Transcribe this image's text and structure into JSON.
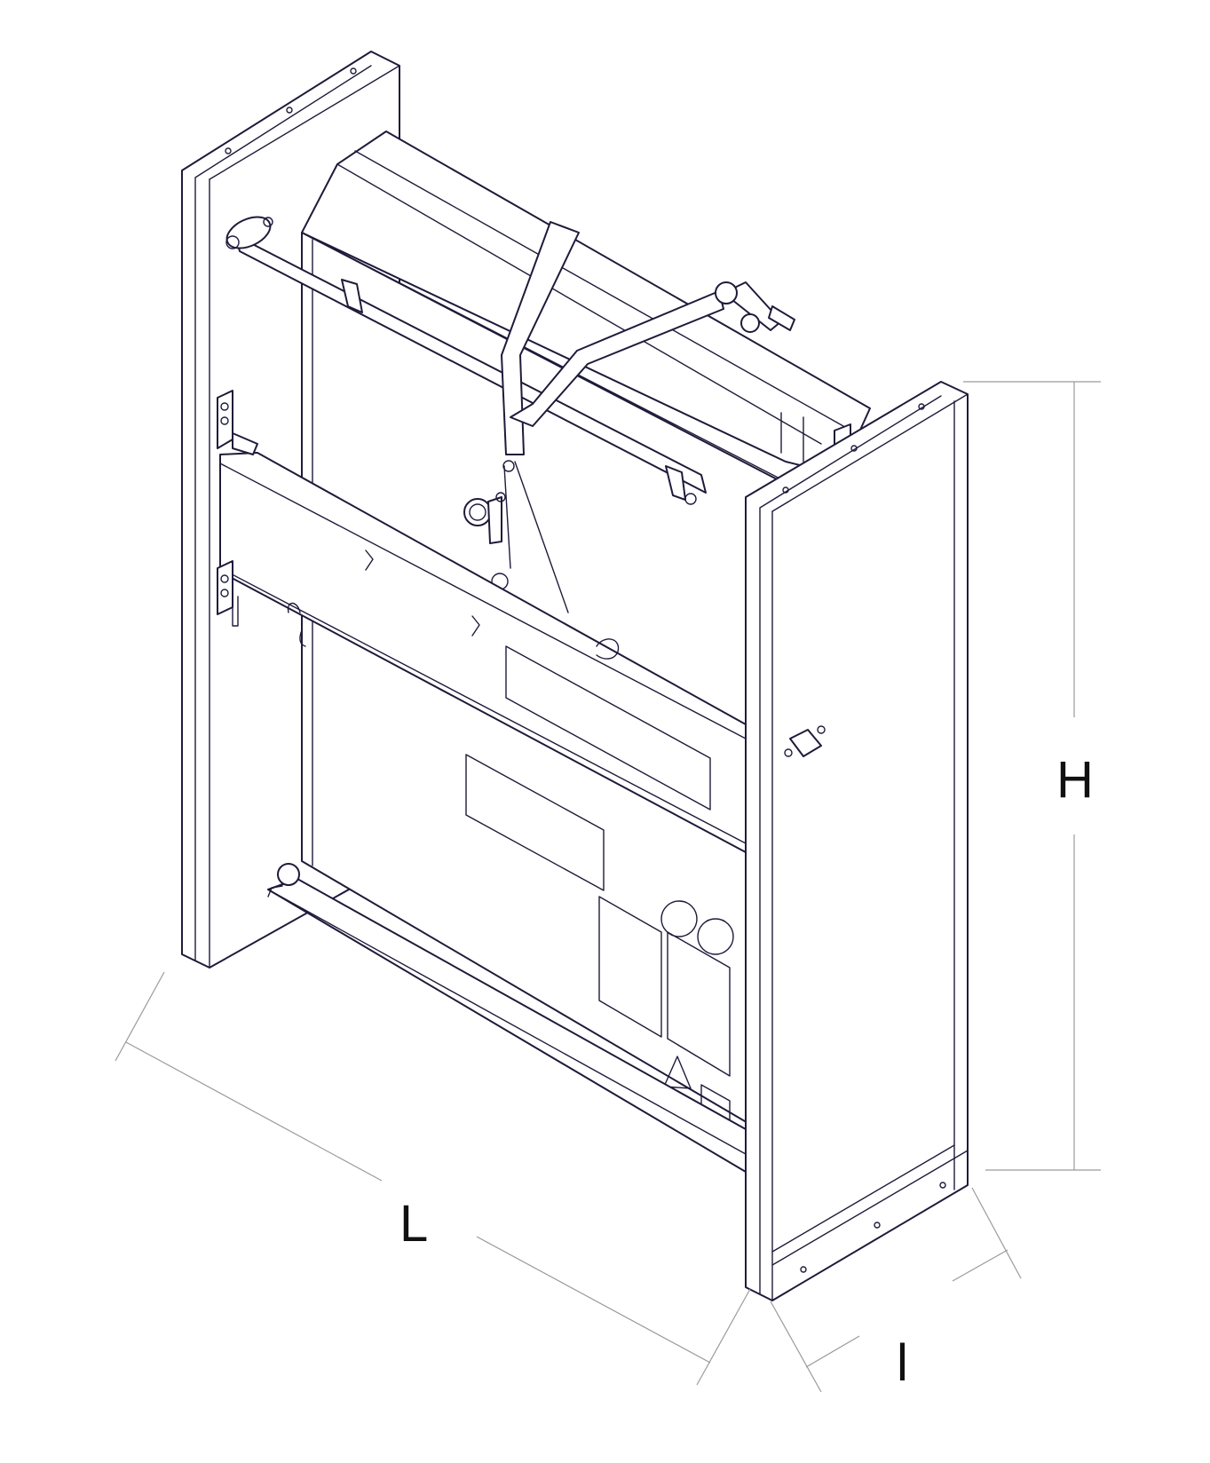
{
  "dimensions": {
    "height_label": "H",
    "length_label": "L",
    "depth_label": "l"
  }
}
